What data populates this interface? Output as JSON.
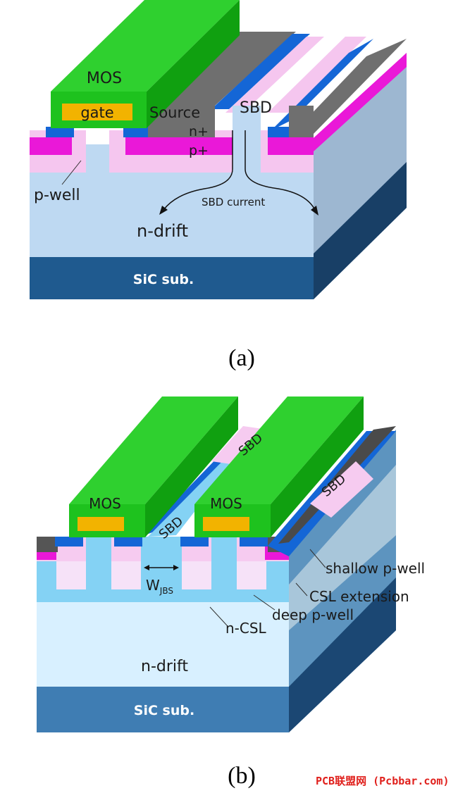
{
  "diagram_a": {
    "labels": {
      "mos": "MOS",
      "gate": "gate",
      "source": "Source",
      "sbd": "SBD",
      "n_plus": "n+",
      "p_plus": "p+",
      "p_well": "p-well",
      "sbd_current": "SBD current",
      "n_drift": "n-drift",
      "substrate": "SiC sub."
    },
    "caption": "(a)"
  },
  "diagram_b": {
    "labels": {
      "mos_left": "MOS",
      "mos_right": "MOS",
      "sbd_top": "SBD",
      "sbd_mid": "SBD",
      "sbd_right": "SBD",
      "w_jbs": "W",
      "w_jbs_sub": "JBS",
      "shallow_p_well": "shallow p-well",
      "csl_extension": "CSL extension",
      "deep_p_well": "deep p-well",
      "n_csl": "n-CSL",
      "n_drift": "n-drift",
      "substrate": "SiC sub."
    },
    "caption": "(b)"
  },
  "watermark": "PCB联盟网 (Pcbbar.com)",
  "colors": {
    "substrate_front": "#1f5a8f",
    "substrate_side": "#17466f",
    "drift_front": "#bcd9f2",
    "drift_side": "#9fb7cf",
    "p_well": "#f6cbf0",
    "p_plus": "#ea18d8",
    "n_plus": "#1565d8",
    "source_metal": "#6d6d6d",
    "gate_oxide": "#1ec21e",
    "gate": "#f2b300",
    "watermark": "#e0201c"
  }
}
